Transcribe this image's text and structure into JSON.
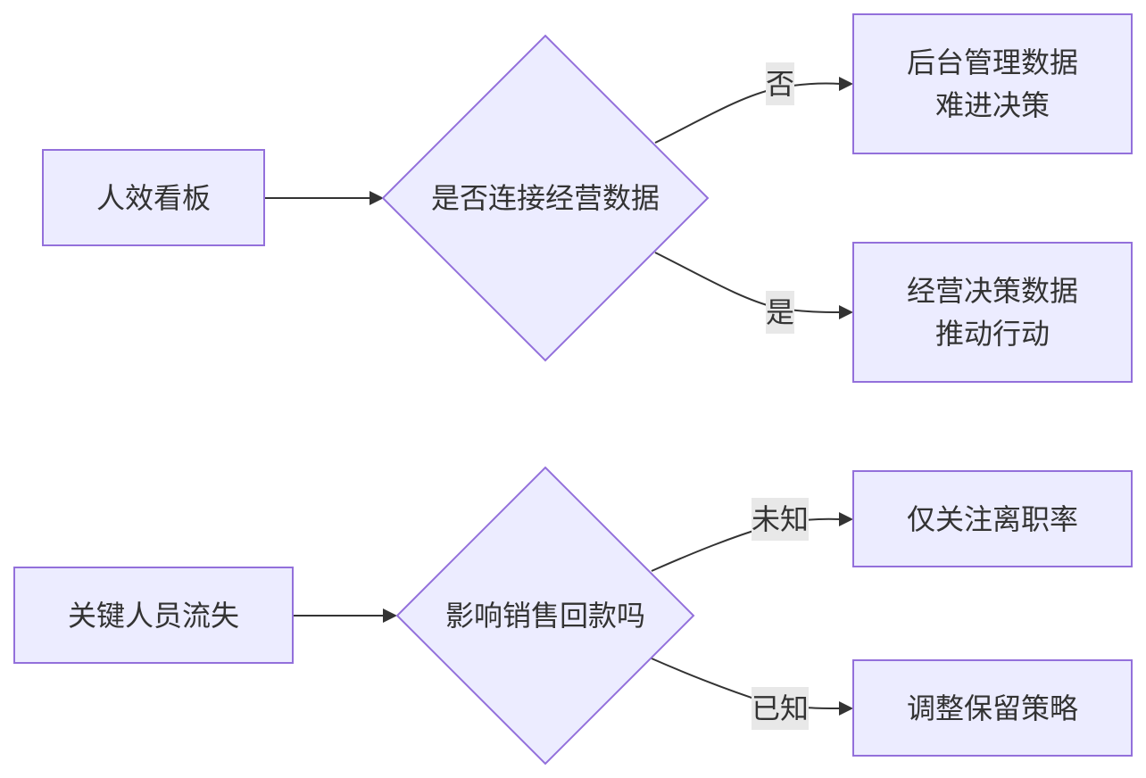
{
  "nodes": {
    "hr_dashboard": "人效看板",
    "connect_decision": "是否连接经营数据",
    "backend_data": [
      "后台管理数据",
      "难进决策"
    ],
    "business_data": [
      "经营决策数据",
      "推动行动"
    ],
    "key_staff_loss": "关键人员流失",
    "affect_sales_decision": "影响销售回款吗",
    "turnover_only": "仅关注离职率",
    "adjust_retention": "调整保留策略"
  },
  "edges": {
    "no": "否",
    "yes": "是",
    "unknown": "未知",
    "known": "已知"
  },
  "colors": {
    "node_fill": "#ececff",
    "node_stroke": "#9370db",
    "edge": "#333333",
    "edge_label_bg": "#e8e8e8",
    "text": "#333333"
  }
}
